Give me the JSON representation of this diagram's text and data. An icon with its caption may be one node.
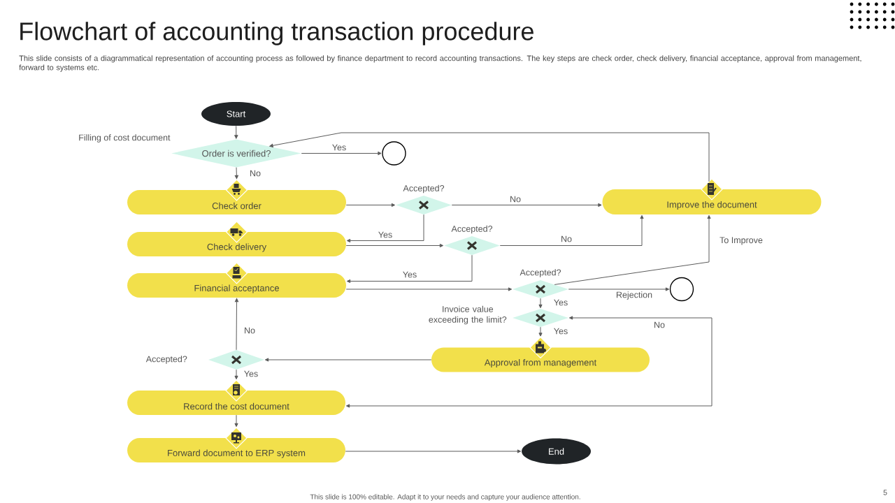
{
  "diagram": {
    "title": "Flowchart of accounting transaction procedure",
    "nodes": [
      {
        "text": [
          "Start"
        ]
      },
      {
        "text": [
          "Order is verified?"
        ],
        "beside": [
          "Filling of cost document"
        ]
      },
      {
        "text": [],
        "shape": "circle"
      },
      {
        "text": [
          "Check order"
        ]
      },
      {
        "text": [
          "Accepted?"
        ]
      },
      {
        "text": [
          "Improve the document"
        ]
      },
      {
        "text": [
          "Check delivery"
        ]
      },
      {
        "text": [
          "Accepted?"
        ]
      },
      {
        "text": [
          "Financial acceptance"
        ]
      },
      {
        "text": [
          "Accepted?"
        ]
      },
      {
        "text": [],
        "shape": "circle"
      },
      {
        "text": [
          "Invoice value exceeding the limit?"
        ]
      },
      {
        "text": [
          "Approval from management"
        ]
      },
      {
        "text": [
          "Accepted?"
        ]
      },
      {
        "text": [
          "Record the cost document"
        ]
      },
      {
        "text": [
          "Forward document to ERP system"
        ]
      },
      {
        "text": [
          "End"
        ]
      }
    ],
    "edges": [
      {
        "from": 0,
        "to": 1,
        "arrow": "to"
      },
      {
        "from": 1,
        "to": 2,
        "arrow": "to",
        "label": "Yes"
      },
      {
        "from": 1,
        "to": 3,
        "arrow": "to",
        "label": "No"
      },
      {
        "from": 3,
        "to": 4,
        "arrow": "to"
      },
      {
        "from": 4,
        "to": 5,
        "arrow": "to",
        "label": "No"
      },
      {
        "from": 4,
        "to": 6,
        "arrow": "to",
        "label": "Yes"
      },
      {
        "from": 6,
        "to": 7,
        "arrow": "to"
      },
      {
        "from": 7,
        "to": 5,
        "arrow": "to",
        "label": "No"
      },
      {
        "from": 7,
        "to": 8,
        "arrow": "to",
        "label": "Yes"
      },
      {
        "from": 8,
        "to": 9,
        "arrow": "to"
      },
      {
        "from": 9,
        "to": 5,
        "arrow": "to",
        "label": "To Improve"
      },
      {
        "from": 9,
        "to": 10,
        "arrow": "to",
        "label": "Rejection"
      },
      {
        "from": 9,
        "to": 11,
        "arrow": "to",
        "label": "Yes"
      },
      {
        "from": 11,
        "to": 12,
        "arrow": "to",
        "label": "Yes"
      },
      {
        "from": 11,
        "to": 14,
        "arrow": "both",
        "label": "No"
      },
      {
        "from": 12,
        "to": 13,
        "arrow": "to"
      },
      {
        "from": 13,
        "to": 8,
        "arrow": "to",
        "label": "No"
      },
      {
        "from": 13,
        "to": 14,
        "arrow": "to",
        "label": "Yes"
      },
      {
        "from": 14,
        "to": 15,
        "arrow": "to"
      },
      {
        "from": 15,
        "to": 16,
        "arrow": "to"
      },
      {
        "from": 5,
        "to": 1,
        "arrow": "to"
      }
    ],
    "labels": [
      "This slide consists of a diagrammatical representation of accounting process as followed by finance department to record accounting transactions. The key steps are check order, check delivery, financial acceptance, approval from management, forward to systems etc.",
      "This slide is 100% editable. Adapt it to your needs and capture your audience attention.",
      "5"
    ]
  }
}
